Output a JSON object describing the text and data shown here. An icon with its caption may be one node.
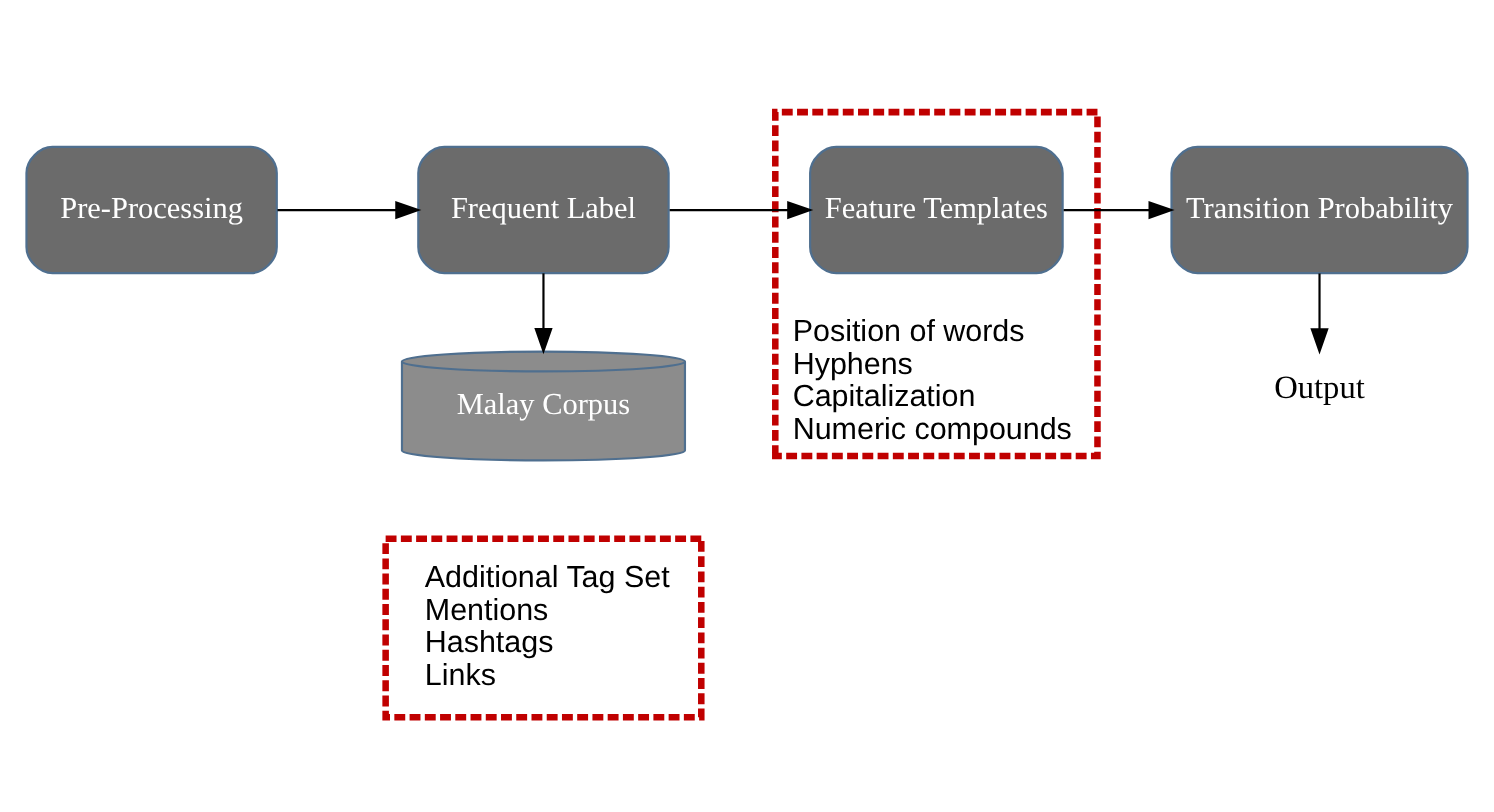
{
  "diagram": {
    "nodes": [
      {
        "text": [
          "Pre-Processing"
        ]
      },
      {
        "text": [
          "Frequent Label"
        ]
      },
      {
        "text": [
          "Position of words",
          "Hyphens",
          "Capitalization",
          "Numeric compounds"
        ]
      },
      {
        "text": [
          "Feature Templates"
        ],
        "in": 2
      },
      {
        "text": [
          "Transition Probability"
        ]
      },
      {
        "text": [
          "Output"
        ]
      },
      {
        "text": [
          "Malay Corpus"
        ]
      },
      {
        "text": [
          "Additional Tag Set",
          "Mentions",
          "Hashtags",
          "Links"
        ]
      }
    ],
    "edges": [
      {
        "from": 0,
        "to": 1,
        "arrow": "to"
      },
      {
        "from": 1,
        "to": 3,
        "arrow": "to"
      },
      {
        "from": 3,
        "to": 4,
        "arrow": "to"
      },
      {
        "from": 4,
        "to": 5,
        "arrow": "to"
      },
      {
        "from": 1,
        "to": 6,
        "arrow": "to"
      }
    ]
  }
}
